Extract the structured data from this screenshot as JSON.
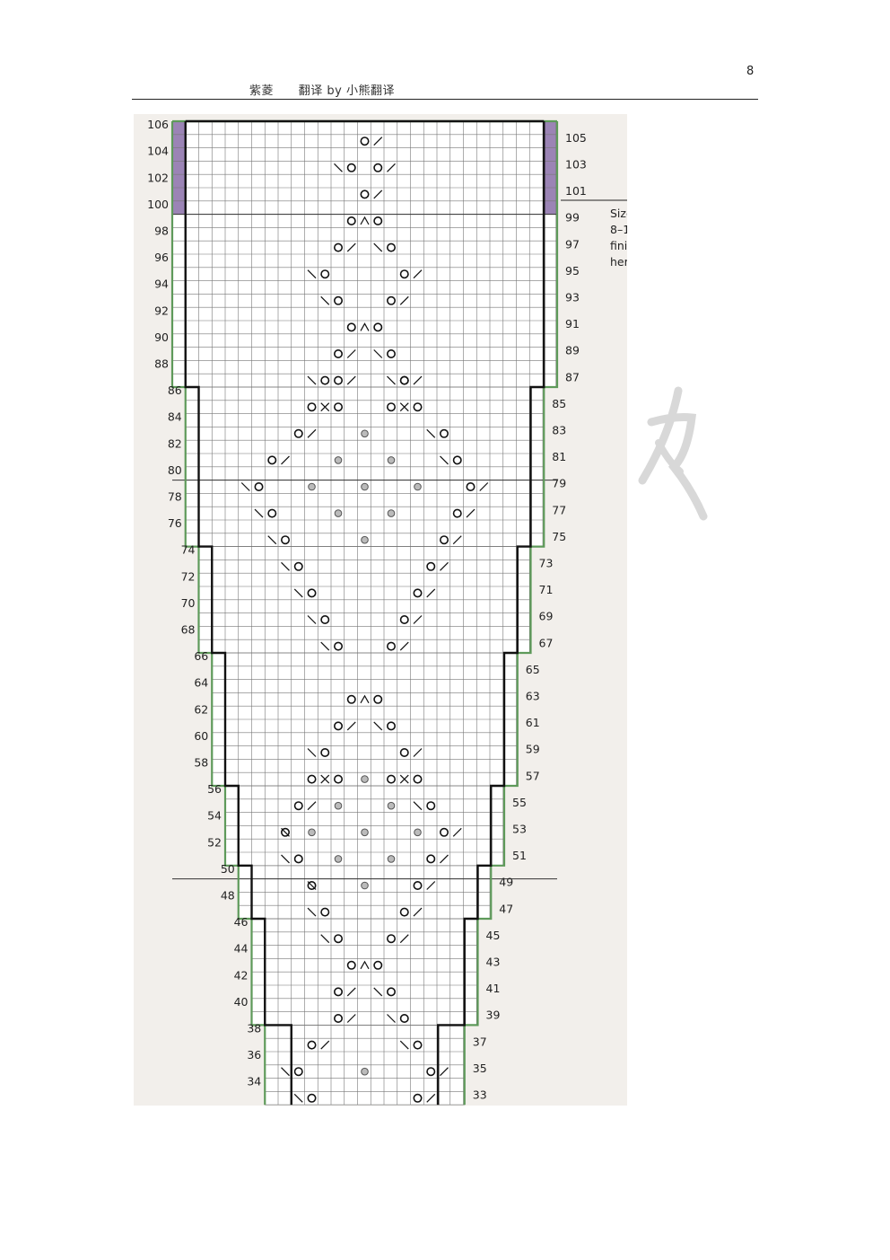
{
  "page": {
    "number": "8"
  },
  "header": {
    "text": "紫菱      翻译 by 小熊翻译"
  },
  "chart": {
    "top_row": 106,
    "bottom_row": 33,
    "stitch_count": 29,
    "grid_left_rows": [
      "106",
      "104",
      "102",
      "100",
      "98",
      "96",
      "94",
      "92",
      "90",
      "88",
      "86",
      "84",
      "82",
      "80",
      "78",
      "76",
      "74",
      "72",
      "70",
      "68",
      "66",
      "64",
      "62",
      "60",
      "58",
      "56",
      "54",
      "52",
      "50",
      "48",
      "46",
      "44",
      "42",
      "40",
      "38",
      "36",
      "34"
    ],
    "grid_right_rows": [
      "105",
      "103",
      "101",
      "99",
      "97",
      "95",
      "93",
      "91",
      "89",
      "87",
      "85",
      "83",
      "81",
      "79",
      "77",
      "75",
      "73",
      "71",
      "69",
      "67",
      "65",
      "63",
      "61",
      "59",
      "57",
      "55",
      "53",
      "51",
      "49",
      "47",
      "45",
      "43",
      "41",
      "39",
      "37",
      "35",
      "33"
    ],
    "side_note_lines": [
      "Size",
      "8–1",
      "fini",
      "her"
    ],
    "colors": {
      "purple": "#9b84b5",
      "green": "#5e9a5a",
      "outline": "#111111",
      "grid": "#777777",
      "panel": "#f2efeb"
    },
    "symbols_legend": {
      "yo": "circle",
      "k2tog": "/",
      "ssk": "\\",
      "cdd": "^",
      "bead": "dotted-circle"
    }
  }
}
